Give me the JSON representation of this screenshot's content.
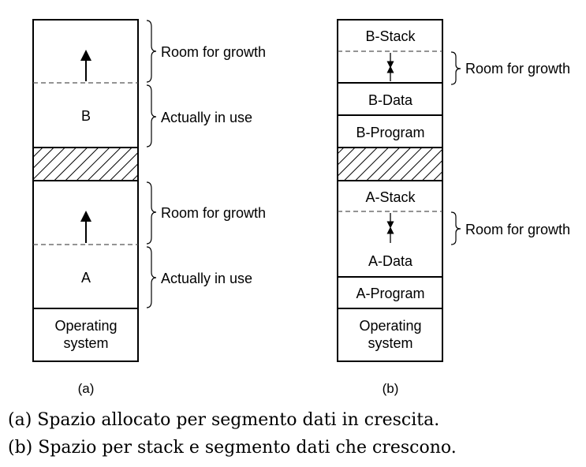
{
  "colors": {
    "stroke": "#000000",
    "dash": "#555555",
    "background": "#ffffff"
  },
  "left_diagram": {
    "label": "(a)",
    "blocks": {
      "b": "B",
      "a": "A",
      "os_line1": "Operating",
      "os_line2": "system"
    },
    "braces": {
      "b_growth": "Room for growth",
      "b_use": "Actually in use",
      "a_growth": "Room for growth",
      "a_use": "Actually in use"
    }
  },
  "right_diagram": {
    "label": "(b)",
    "blocks": {
      "b_stack": "B-Stack",
      "b_data": "B-Data",
      "b_program": "B-Program",
      "a_stack": "A-Stack",
      "a_data": "A-Data",
      "a_program": "A-Program",
      "os_line1": "Operating",
      "os_line2": "system"
    },
    "braces": {
      "b_growth": "Room for growth",
      "a_growth": "Room for growth"
    }
  },
  "captions": {
    "a": "(a) Spazio allocato per segmento dati in crescita.",
    "b": "(b) Spazio per stack e segmento dati che crescono."
  }
}
